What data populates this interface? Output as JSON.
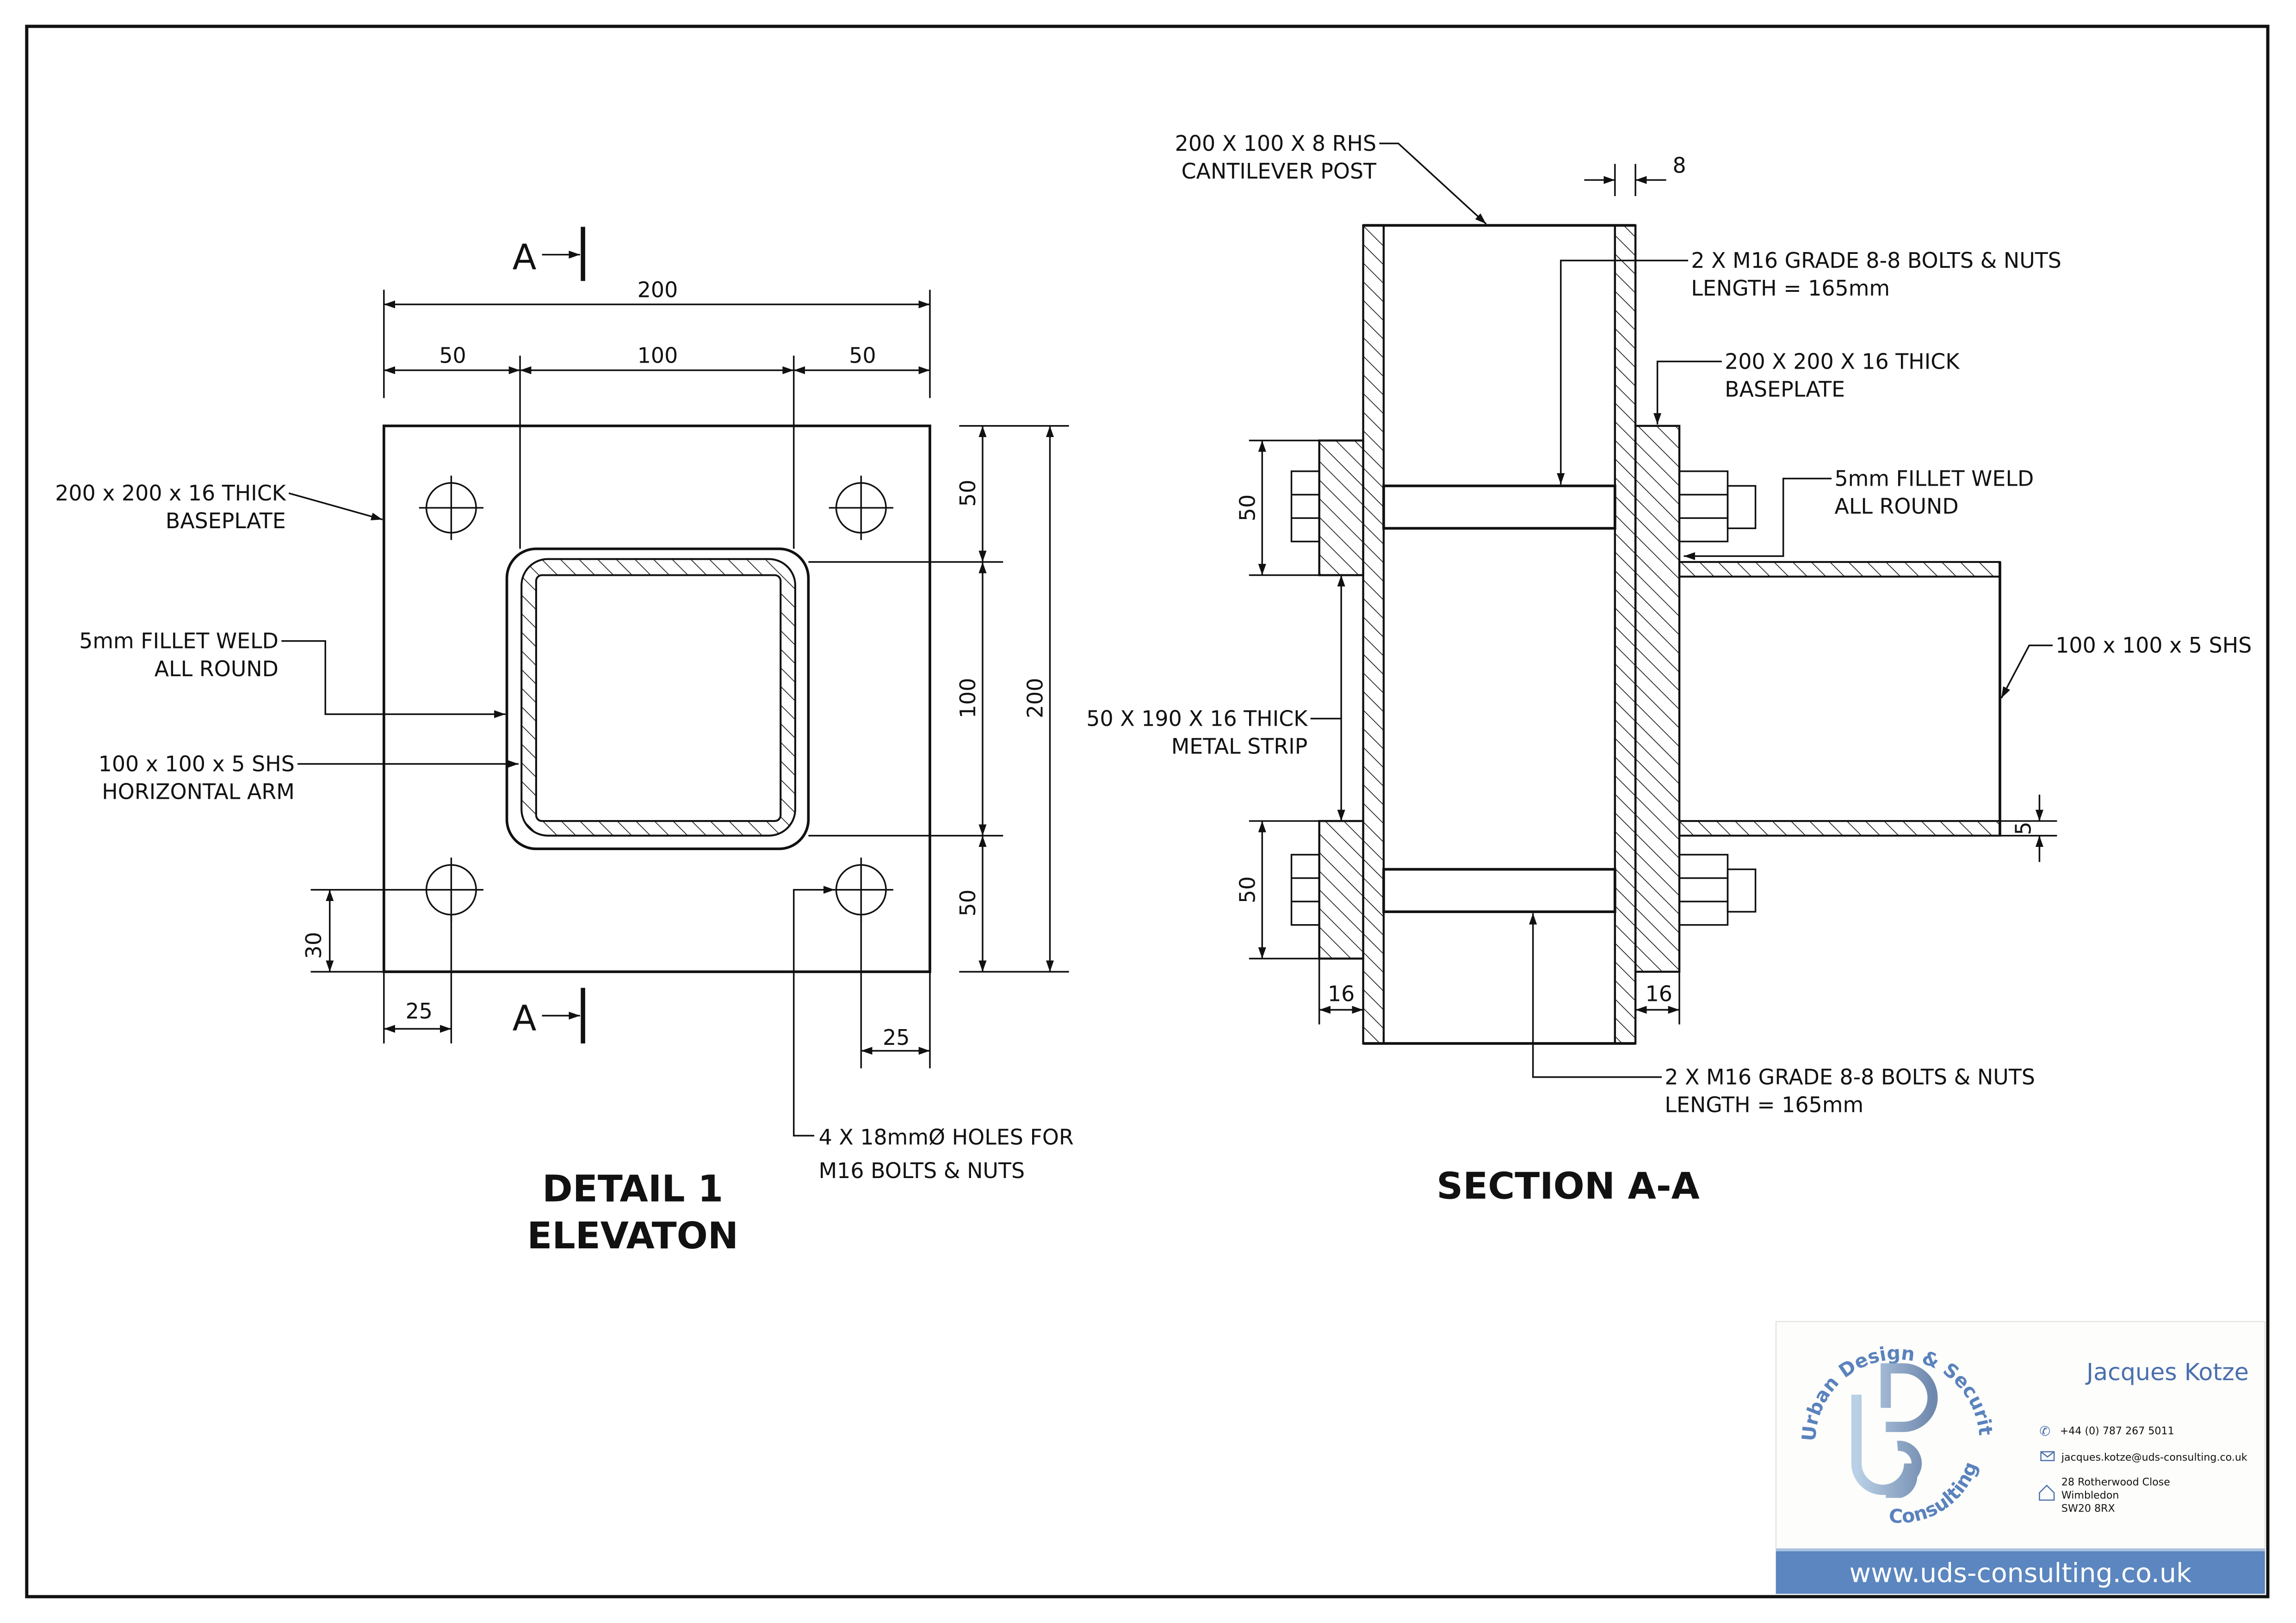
{
  "detail1": {
    "title_line1": "DETAIL 1",
    "title_line2": "ELEVATON",
    "section_marker": "A",
    "dims": {
      "overall_width": "200",
      "left_edge": "50",
      "middle": "100",
      "right_edge": "50",
      "right_top": "50",
      "right_middle": "100",
      "right_bottom": "50",
      "overall_height": "200",
      "hole_from_bottom": "30",
      "hole_from_left": "25",
      "hole_from_right": "25"
    },
    "labels": {
      "baseplate_1": "200 x 200 x 16 THICK",
      "baseplate_2": "BASEPLATE",
      "weld_1": "5mm FILLET WELD",
      "weld_2": "ALL ROUND",
      "shs_1": "100 x 100 x 5 SHS",
      "shs_2": "HORIZONTAL ARM",
      "holes_1": "4 X 18mmØ HOLES FOR",
      "holes_2": "M16 BOLTS & NUTS"
    }
  },
  "section": {
    "title": "SECTION A-A",
    "dims": {
      "wall": "8",
      "strip_top": "50",
      "strip_bottom": "50",
      "strip_thk": "16",
      "plate_thk": "16",
      "shs_wall": "5"
    },
    "labels": {
      "post_1": "200 X 100 X 8 RHS",
      "post_2": "CANTILEVER POST",
      "bolts_top_1": "2 X M16 GRADE 8-8 BOLTS & NUTS",
      "bolts_top_2": "LENGTH = 165mm",
      "baseplate_1": "200 X 200 X 16 THICK",
      "baseplate_2": "BASEPLATE",
      "weld_1": "5mm FILLET WELD",
      "weld_2": "ALL ROUND",
      "shs": "100 x 100 x 5 SHS",
      "strip_1": "50 X 190 X 16 THICK",
      "strip_2": "METAL STRIP",
      "bolts_bottom_1": "2 X M16 GRADE 8-8 BOLTS & NUTS",
      "bolts_bottom_2": "LENGTH = 165mm"
    }
  },
  "card": {
    "logo_text_top": "Urban Design & Security",
    "logo_text_bottom": "Consulting",
    "logo_monogram": "UDS",
    "name": "Jacques Kotze",
    "phone": "+44 (0) 787 267 5011",
    "email": "jacques.kotze@uds-consulting.co.uk",
    "address_1": "28 Rotherwood Close",
    "address_2": "Wimbledon",
    "address_3": "SW20 8RX",
    "website": "www.uds-consulting.co.uk",
    "colors": {
      "brand": "#4a6fae",
      "band": "#5b86bf"
    }
  }
}
